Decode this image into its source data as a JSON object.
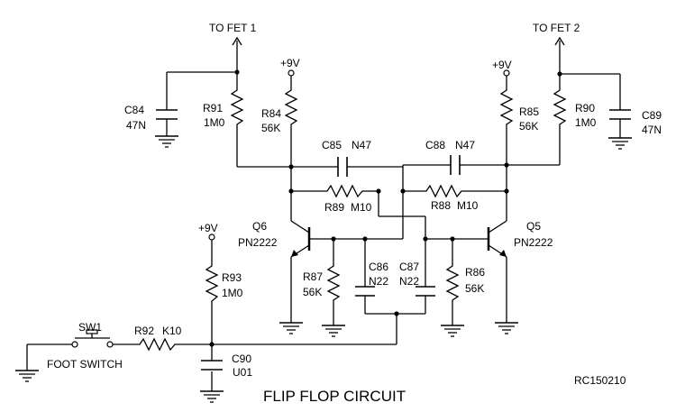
{
  "title": "FLIP FLOP CIRCUIT",
  "reference": "RC150210",
  "supply_label": "+9V",
  "outputs": {
    "fet1": "TO FET 1",
    "fet2": "TO FET 2"
  },
  "components": {
    "c84": {
      "ref": "C84",
      "value": "47N"
    },
    "c89": {
      "ref": "C89",
      "value": "47N"
    },
    "r91": {
      "ref": "R91",
      "value": "1M0"
    },
    "r90": {
      "ref": "R90",
      "value": "1M0"
    },
    "r84": {
      "ref": "R84",
      "value": "56K"
    },
    "r85": {
      "ref": "R85",
      "value": "56K"
    },
    "c85": {
      "ref": "C85",
      "value": "N47"
    },
    "c88": {
      "ref": "C88",
      "value": "N47"
    },
    "r89": {
      "ref": "R89",
      "value": "M10"
    },
    "r88": {
      "ref": "R88",
      "value": "M10"
    },
    "q6": {
      "ref": "Q6",
      "value": "PN2222"
    },
    "q5": {
      "ref": "Q5",
      "value": "PN2222"
    },
    "r87": {
      "ref": "R87",
      "value": "56K"
    },
    "r86": {
      "ref": "R86",
      "value": "56K"
    },
    "c86": {
      "ref": "C86",
      "value": "N22"
    },
    "c87": {
      "ref": "C87",
      "value": "N22"
    },
    "r93": {
      "ref": "R93",
      "value": "1M0"
    },
    "r92": {
      "ref": "R92",
      "value": "K10"
    },
    "c90": {
      "ref": "C90",
      "value": "U01"
    },
    "sw1": {
      "ref": "SW1",
      "value": "FOOT SWITCH"
    }
  }
}
